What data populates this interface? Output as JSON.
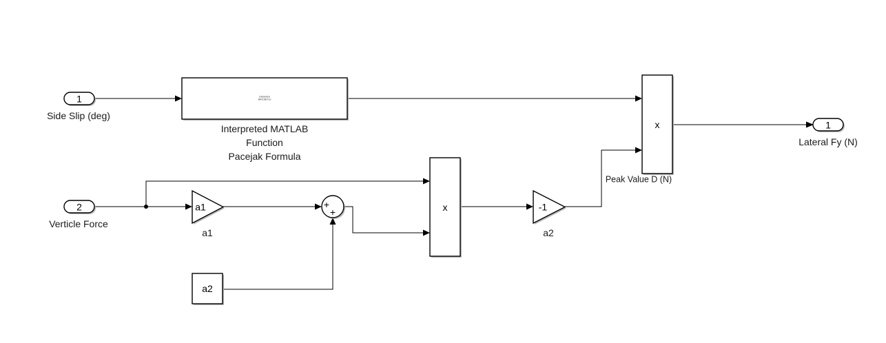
{
  "inports": [
    {
      "number": "1",
      "label": "Side Slip (deg)"
    },
    {
      "number": "2",
      "label": "Verticle Force"
    }
  ],
  "outport": {
    "number": "1",
    "label": "Lateral Fy (N)"
  },
  "interpreted_fcn": {
    "inner_text_line1": "Interpreted",
    "inner_text_line2": "MATLAB Fcn",
    "label_lines": [
      "Interpreted MATLAB",
      "Function",
      "Pacejak Formula"
    ]
  },
  "gain_a1": {
    "symbol": "a1",
    "label": "a1"
  },
  "gain_neg1": {
    "symbol": "-1",
    "label": "a2"
  },
  "constant_a2": {
    "symbol": "a2"
  },
  "sum_block": {
    "signs": [
      "+",
      "+"
    ]
  },
  "product_upper": {
    "symbol": "x"
  },
  "product_lower": {
    "symbol": "x"
  },
  "signal_labels": {
    "peak_value": "Peak Value D (N)"
  }
}
